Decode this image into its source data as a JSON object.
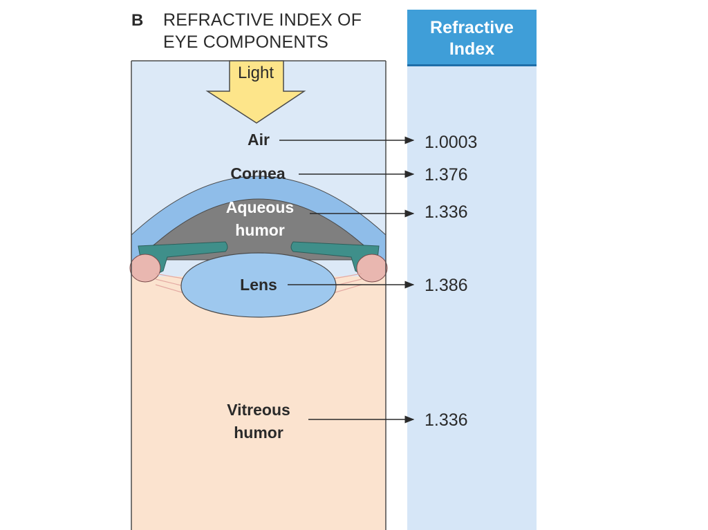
{
  "figure": {
    "letter": "B",
    "title_line1": "REFRACTIVE INDEX OF",
    "title_line2": "EYE COMPONENTS"
  },
  "index_header": {
    "line1": "Refractive",
    "line2": "Index"
  },
  "light_label": "Light",
  "components": [
    {
      "name": "Air",
      "value": "1.0003"
    },
    {
      "name": "Cornea",
      "value": "1.376"
    },
    {
      "name_line1": "Aqueous",
      "name_line2": "humor",
      "value": "1.336"
    },
    {
      "name": "Lens",
      "value": "1.386"
    },
    {
      "name_line1": "Vitreous",
      "name_line2": "humor",
      "value": "1.336"
    }
  ],
  "colors": {
    "air_bg": "#dce9f7",
    "vitreous_bg": "#fbe3cf",
    "cornea": "#8fbde9",
    "aqueous": "#7f7f7f",
    "lens": "#9ec8ee",
    "iris": "#3f8f8a",
    "ciliary": "#e9b7b0",
    "index_column": "#d6e6f7",
    "index_header": "#3f9ed8",
    "arrow_fill": "#fde58a",
    "outline": "#4a4a4a"
  }
}
